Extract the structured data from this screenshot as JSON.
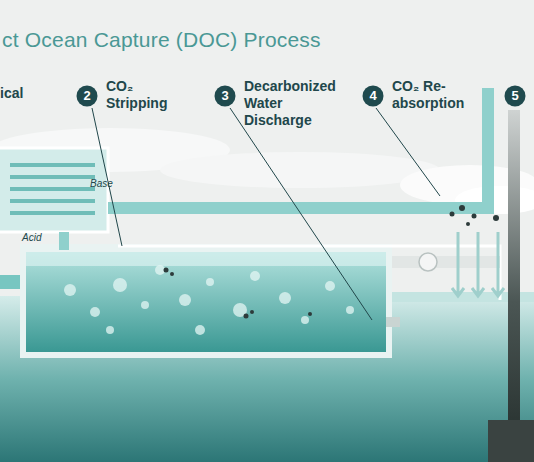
{
  "diagram": {
    "title": "ct Ocean Capture (DOC) Process",
    "nodes": [
      {
        "text": [
          "2",
          "CO₂ Stripping"
        ]
      },
      {
        "text": [
          "3",
          "Decarbonized Water Discharge"
        ]
      },
      {
        "text": [
          "4",
          "CO₂ Re-absorption"
        ]
      },
      {
        "text": [
          "5"
        ]
      }
    ],
    "labels": [
      "ical",
      "Base",
      "Acid"
    ]
  }
}
